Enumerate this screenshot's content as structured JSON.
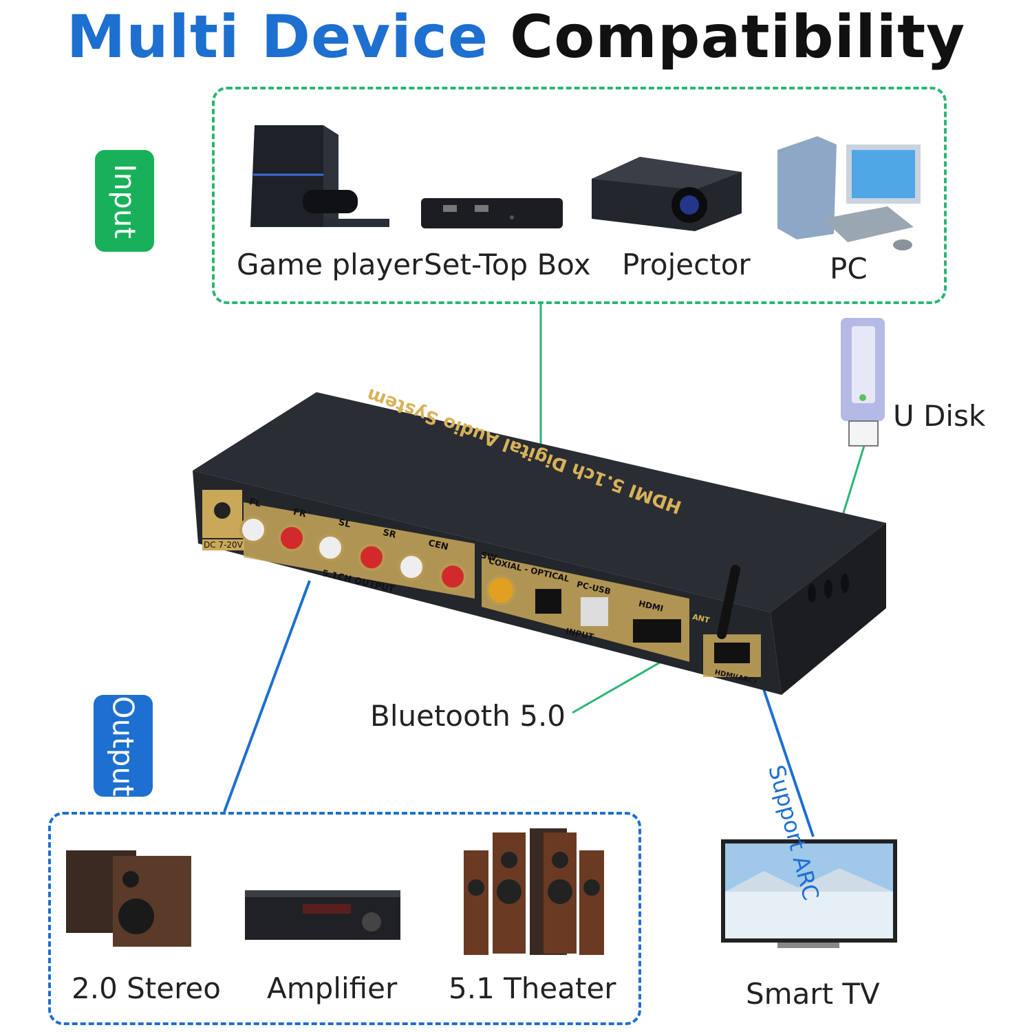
{
  "title": {
    "part1": "Multi Device",
    "part2": "Compatibility"
  },
  "input": {
    "tag": "Input",
    "devices": [
      {
        "label": "Game player",
        "icon": "game-console-icon"
      },
      {
        "label": "Set-Top Box",
        "icon": "set-top-box-icon"
      },
      {
        "label": "Projector",
        "icon": "projector-icon"
      },
      {
        "label": "PC",
        "icon": "pc-icon"
      }
    ]
  },
  "udisk": {
    "label": "U Disk",
    "icon": "usb-drive-icon"
  },
  "device": {
    "name": "HDMI 5.1ch Digital Audio System",
    "power": "DC 7-20V",
    "rca_labels": [
      "FL",
      "FR",
      "SL",
      "SR",
      "CEN",
      "SW"
    ],
    "output_group": "5.1CH OUTPUT",
    "coaxial_optical": "COXIAL - OPTICAL",
    "pc_usb": "PC-USB",
    "hdmi": "HDMI",
    "input_group": "INPUT",
    "ant": "ANT",
    "hdmi_arc": "HDMI(ARC)"
  },
  "bluetooth": {
    "label": "Bluetooth 5.0"
  },
  "output": {
    "tag": "Output",
    "devices": [
      {
        "label": "2.0 Stereo",
        "icon": "stereo-speakers-icon"
      },
      {
        "label": "Amplifier",
        "icon": "amplifier-icon"
      },
      {
        "label": "5.1 Theater",
        "icon": "theater-speakers-icon"
      }
    ]
  },
  "tv": {
    "label": "Smart TV",
    "arc_note": "Support ARC",
    "icon": "tv-icon"
  },
  "colors": {
    "blue": "#1d6fd0",
    "green": "#2bb673",
    "device": "#2a2d33",
    "gold": "#d8b25a"
  }
}
